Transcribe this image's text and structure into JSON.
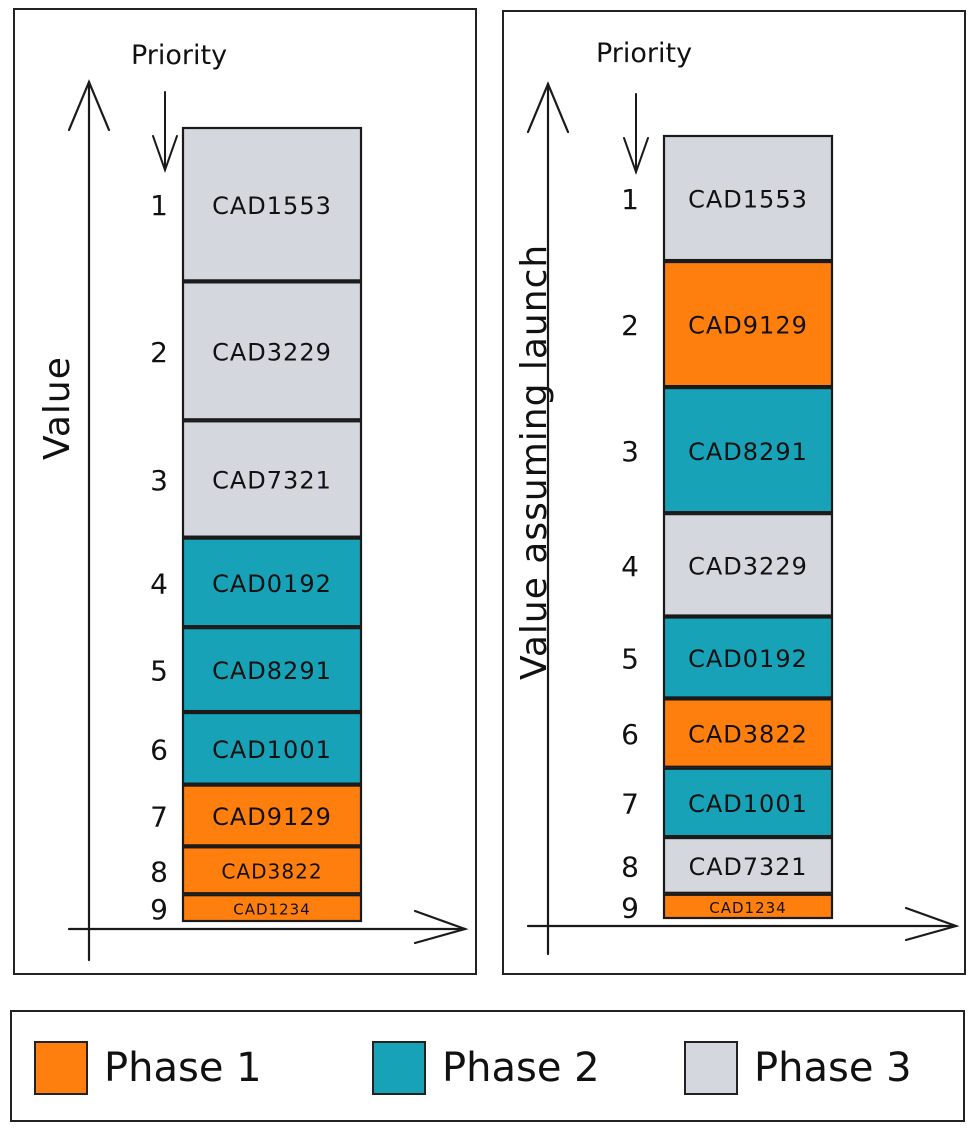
{
  "colors": {
    "phase1": "#ff7f0e",
    "phase2": "#17a2b8",
    "phase3": "#d4d7dd",
    "stroke": "#1a1a1a"
  },
  "panels": [
    {
      "y_axis_title": "Value",
      "x_axis_title": "Priority",
      "blocks": [
        {
          "rank": "1",
          "label": "CAD1553",
          "phase": 3,
          "value": 1.0
        },
        {
          "rank": "2",
          "label": "CAD3229",
          "phase": 3,
          "value": 0.9
        },
        {
          "rank": "3",
          "label": "CAD7321",
          "phase": 3,
          "value": 0.76
        },
        {
          "rank": "4",
          "label": "CAD0192",
          "phase": 2,
          "value": 0.58
        },
        {
          "rank": "5",
          "label": "CAD8291",
          "phase": 2,
          "value": 0.55
        },
        {
          "rank": "6",
          "label": "CAD1001",
          "phase": 2,
          "value": 0.47
        },
        {
          "rank": "7",
          "label": "CAD9129",
          "phase": 1,
          "value": 0.4
        },
        {
          "rank": "8",
          "label": "CAD3822",
          "phase": 1,
          "value": 0.31
        },
        {
          "rank": "9",
          "label": "CAD1234",
          "phase": 1,
          "value": 0.18
        }
      ]
    },
    {
      "y_axis_title": "Value assuming launch",
      "x_axis_title": "Priority",
      "blocks": [
        {
          "rank": "1",
          "label": "CAD1553",
          "phase": 3,
          "value": 1.0
        },
        {
          "rank": "2",
          "label": "CAD9129",
          "phase": 1,
          "value": 1.0
        },
        {
          "rank": "3",
          "label": "CAD8291",
          "phase": 2,
          "value": 1.0
        },
        {
          "rank": "4",
          "label": "CAD3229",
          "phase": 3,
          "value": 0.82
        },
        {
          "rank": "5",
          "label": "CAD0192",
          "phase": 2,
          "value": 0.65
        },
        {
          "rank": "6",
          "label": "CAD3822",
          "phase": 1,
          "value": 0.55
        },
        {
          "rank": "7",
          "label": "CAD1001",
          "phase": 2,
          "value": 0.55
        },
        {
          "rank": "8",
          "label": "CAD7321",
          "phase": 3,
          "value": 0.45
        },
        {
          "rank": "9",
          "label": "CAD1234",
          "phase": 1,
          "value": 0.2
        }
      ]
    }
  ],
  "legend": [
    {
      "label": "Phase 1",
      "phase": 1
    },
    {
      "label": "Phase 2",
      "phase": 2
    },
    {
      "label": "Phase 3",
      "phase": 3
    }
  ]
}
